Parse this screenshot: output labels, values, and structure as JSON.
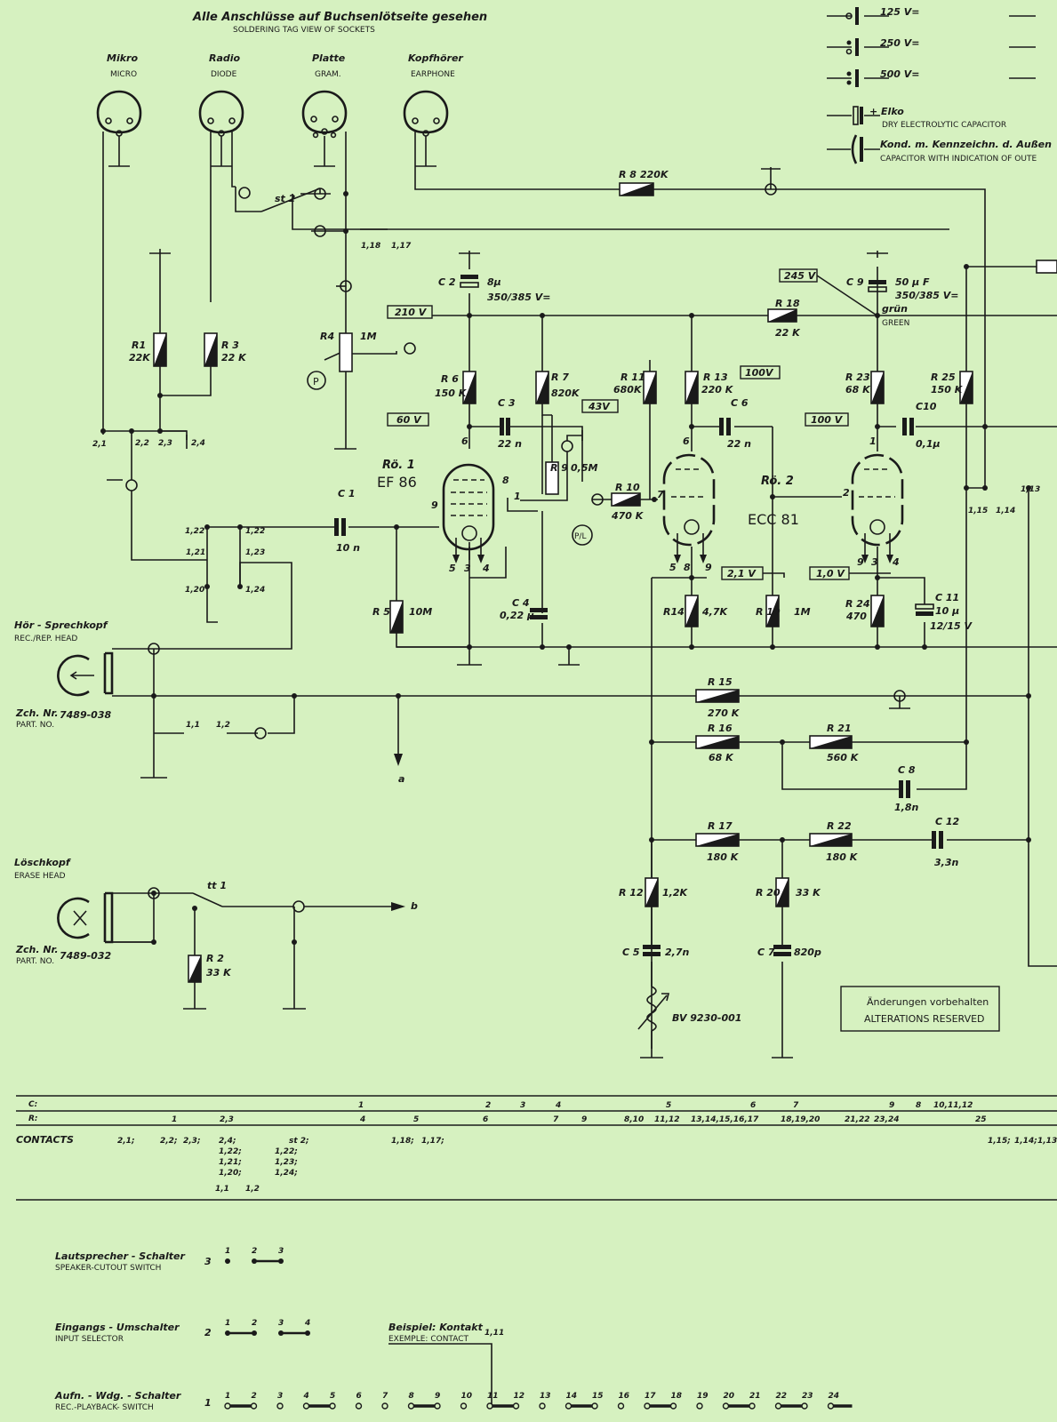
{
  "header": {
    "title_de": "Alle Anschlüsse auf Buchsenlötseite gesehen",
    "title_en": "SOLDERING TAG VIEW OF SOCKETS"
  },
  "sockets": [
    {
      "de": "Mikro",
      "en": "MICRO"
    },
    {
      "de": "Radio",
      "en": "DIODE"
    },
    {
      "de": "Platte",
      "en": "GRAM."
    },
    {
      "de": "Kopfhörer",
      "en": "EARPHONE"
    }
  ],
  "legend": {
    "v125": "125 V=",
    "v250": "250 V=",
    "v500": "500 V=",
    "elko": "+ Elko",
    "elko_en": "DRY ELECTROLYTIC CAPACITOR",
    "outer": "Kond. m. Kennzeichn. d. Außen",
    "outer_en": "CAPACITOR WITH INDICATION OF OUTE"
  },
  "voltages": {
    "v210": "210 V",
    "v60": "60 V",
    "v43": "43V",
    "v100a": "100V",
    "v245": "245 V",
    "v100b": "100 V",
    "v21": "2,1 V",
    "v10": "1,0 V"
  },
  "tubes": {
    "t1_name": "Rö. 1",
    "t1_type": "EF 86",
    "t2_name": "Rö. 2",
    "t2_type": "ECC 81"
  },
  "components": {
    "R1": "R1",
    "R1v": "22K",
    "R3": "R 3",
    "R3v": "22 K",
    "R4": "R4",
    "R4v": "1M",
    "R5": "R 5",
    "R5v": "10M",
    "R6": "R 6",
    "R6v": "150 K",
    "R7": "R 7",
    "R7v": "820K",
    "R8": "R 8",
    "R8v": "220K",
    "R9": "R 9",
    "R9v": "0,5M",
    "R10": "R 10",
    "R10v": "470 K",
    "R11": "R 11",
    "R11v": "680K",
    "R12": "R 12",
    "R12v": "1,2K",
    "R13": "R 13",
    "R13v": "220 K",
    "R14": "R14",
    "R14v": "4,7K",
    "R15": "R 15",
    "R15v": "270 K",
    "R16": "R 16",
    "R16v": "68 K",
    "R17": "R 17",
    "R17v": "180 K",
    "R18": "R 18",
    "R18v": "22 K",
    "R19": "R 19",
    "R19v": "1M",
    "R2": "R 2",
    "R2v": "33 K",
    "R20": "R 20",
    "R20v": "33 K",
    "R21": "R 21",
    "R21v": "560 K",
    "R22": "R 22",
    "R22v": "180 K",
    "R23": "R 23",
    "R23v": "68 K",
    "R24": "R 24",
    "R24v": "470",
    "R25": "R 25",
    "R25v": "150 K",
    "C1": "C 1",
    "C1v": "10 n",
    "C2": "C 2",
    "C2v": "8µ",
    "C2w": "350/385 V=",
    "C3": "C 3",
    "C3v": "22 n",
    "C4": "C 4",
    "C4v": "0,22 µ",
    "C5": "C 5",
    "C5v": "2,7n",
    "C6": "C 6",
    "C6v": "22 n",
    "C7": "C 7",
    "C7v": "820p",
    "C8": "C 8",
    "C8v": "1,8n",
    "C9": "C 9",
    "C9v": "50 µ F",
    "C9w": "350/385 V=",
    "C9c": "grün",
    "C9c_en": "GREEN",
    "C10": "C10",
    "C10v": "0,1µ",
    "C11": "C 11",
    "C11v": "10 µ",
    "C11w": "12/15 V",
    "C12": "C 12",
    "C12v": "3,3n",
    "coil": "BV 9230-001",
    "st2": "st 2",
    "tt1": "tt 1",
    "P": "P",
    "PL": "P/L"
  },
  "heads": {
    "rec_de": "Hör - Sprechkopf",
    "rec_en": "REC./REP. HEAD",
    "rec_part_de": "Zch. Nr.",
    "rec_part_en": "PART. NO.",
    "rec_part_no": "7489-038",
    "erase_de": "Löschkopf",
    "erase_en": "ERASE HEAD",
    "erase_part_de": "Zch. Nr.",
    "erase_part_en": "PART. NO.",
    "erase_part_no": "7489-032"
  },
  "contacts_labels": {
    "c21": "2,1",
    "c22": "2,2",
    "c23": "2,3",
    "c24": "2,4",
    "c122a": "1,22",
    "c122b": "1,22",
    "c121": "1,21",
    "c123": "1,23",
    "c120": "1,20",
    "c124": "1,24",
    "c118": "1,18",
    "c117": "1,17",
    "c11": "1,1",
    "c12": "1,2",
    "c115": "1,15",
    "c114": "1,14",
    "c113": "1,13",
    "a": "a",
    "b": "b"
  },
  "notice": {
    "line1": "Änderungen vorbehalten",
    "line2": "ALTERATIONS RESERVED"
  },
  "table": {
    "c_label": "C:",
    "r_label": "R:",
    "c_row": [
      {
        "v": "1"
      },
      {
        "v": "2"
      },
      {
        "v": "3"
      },
      {
        "v": "4"
      },
      {
        "v": "5"
      },
      {
        "v": "6"
      },
      {
        "v": "7"
      },
      {
        "v": "9"
      },
      {
        "v": "8"
      },
      {
        "v": "10,11,12"
      }
    ],
    "r_row": [
      {
        "v": "1"
      },
      {
        "v": "2,3"
      },
      {
        "v": "4"
      },
      {
        "v": "5"
      },
      {
        "v": "6"
      },
      {
        "v": "7"
      },
      {
        "v": "9"
      },
      {
        "v": "8,10"
      },
      {
        "v": "11,12"
      },
      {
        "v": "13,14,15,16,17"
      },
      {
        "v": "18,19,20"
      },
      {
        "v": "21,22"
      },
      {
        "v": "23,24"
      },
      {
        "v": "25"
      }
    ],
    "contacts_label": "CONTACTS",
    "contacts": [
      {
        "v": "2,1;"
      },
      {
        "v": "2,2;"
      },
      {
        "v": "2,3;"
      },
      {
        "v": "2,4;"
      },
      {
        "v": "1,22;"
      },
      {
        "v": "1,21;"
      },
      {
        "v": "1,20;"
      },
      {
        "v": "1,1"
      },
      {
        "v": "1,2"
      },
      {
        "v": "st 2;"
      },
      {
        "v": "1,22;"
      },
      {
        "v": "1,23;"
      },
      {
        "v": "1,24;"
      },
      {
        "v": "1,18;"
      },
      {
        "v": "1,17;"
      },
      {
        "v": "1,15;"
      },
      {
        "v": "1,14;"
      },
      {
        "v": "1,13;"
      }
    ]
  },
  "switches": {
    "speaker_de": "Lautsprecher - Schalter",
    "speaker_en": "SPEAKER-CUTOUT SWITCH",
    "speaker_num": "3",
    "speaker_contacts": [
      "1",
      "2",
      "3"
    ],
    "input_de": "Eingangs - Umschalter",
    "input_en": "INPUT SELECTOR",
    "input_num": "2",
    "input_contacts": [
      "1",
      "2",
      "3",
      "4"
    ],
    "example_de": "Beispiel: Kontakt",
    "example_en": "EXEMPLE: CONTACT",
    "example_val": "1,11",
    "rp_de": "Aufn. - Wdg. - Schalter",
    "rp_en": "REC.-PLAYBACK- SWITCH",
    "rp_num": "1",
    "rp_contacts": [
      "1",
      "2",
      "3",
      "4",
      "5",
      "6",
      "7",
      "8",
      "9",
      "10",
      "11",
      "12",
      "13",
      "14",
      "15",
      "16",
      "17",
      "18",
      "19",
      "20",
      "21",
      "22",
      "23",
      "24"
    ]
  }
}
